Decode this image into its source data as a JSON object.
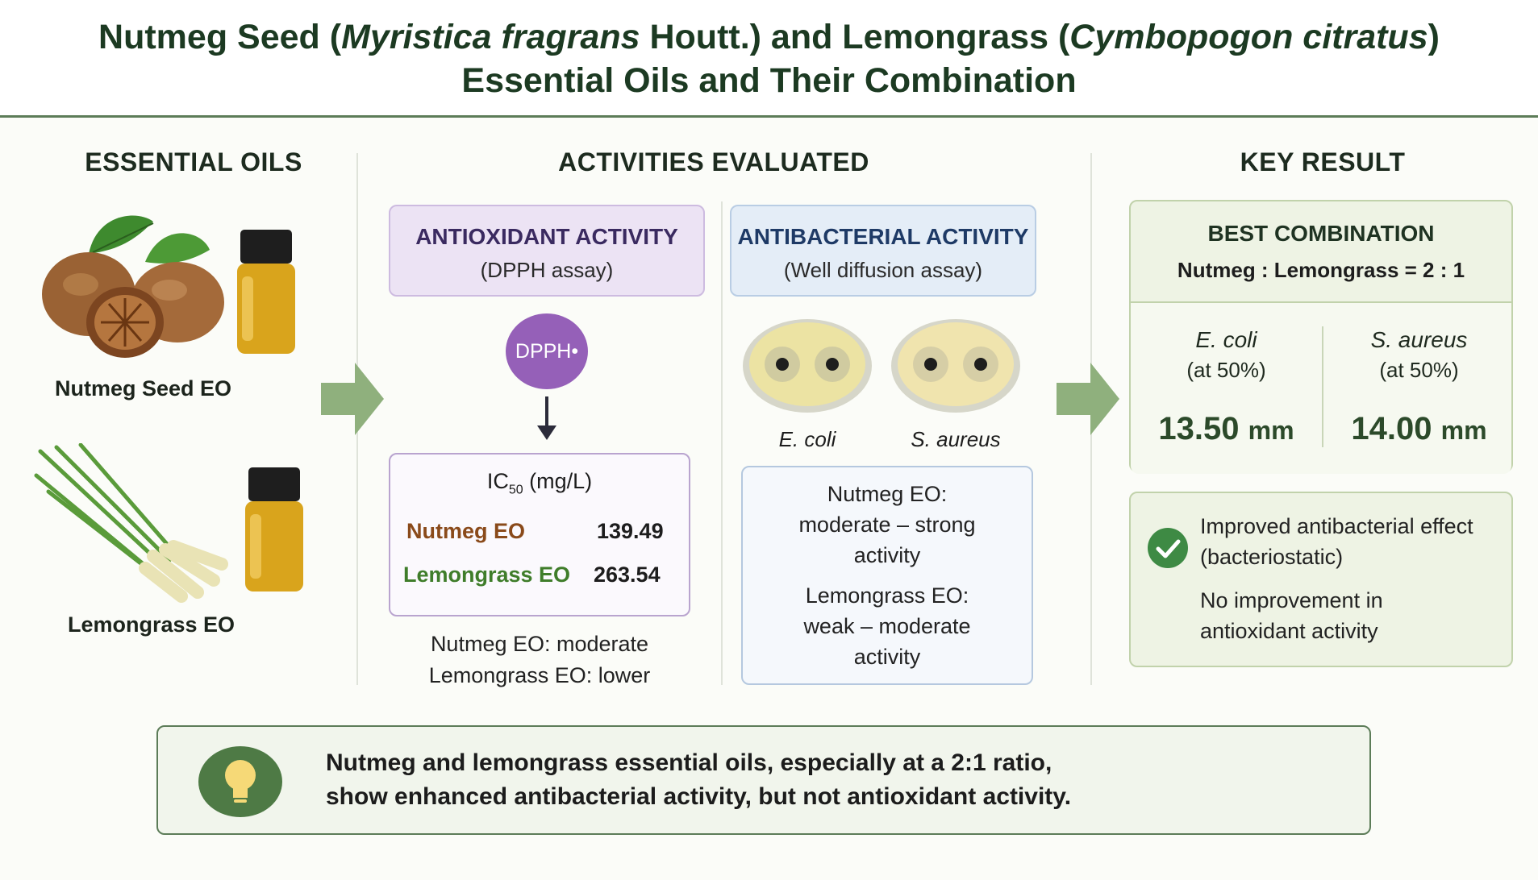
{
  "title": {
    "line1_part1": "Nutmeg Seed (",
    "line1_italic1": "Myristica fragrans",
    "line1_part2": " Houtt.) and Lemongrass (",
    "line1_italic2": "Cymbopogon citratus",
    "line1_part3": ")",
    "line2": "Essential Oils and Their Combination"
  },
  "columns": {
    "oils_heading": "ESSENTIAL OILS",
    "activities_heading": "ACTIVITIES EVALUATED",
    "result_heading": "KEY RESULT"
  },
  "oils": {
    "nutmeg_label": "Nutmeg Seed EO",
    "lemongrass_label": "Lemongrass EO"
  },
  "antioxidant": {
    "title": "ANTIOXIDANT ACTIVITY",
    "subtitle": "(DPPH assay)",
    "badge": "DPPH•",
    "ic50_label": "IC",
    "ic50_sub": "50",
    "ic50_unit": " (mg/L)",
    "rows": [
      {
        "name": "Nutmeg EO",
        "value": "139.49"
      },
      {
        "name": "Lemongrass EO",
        "value": "263.54"
      }
    ],
    "note1": "Nutmeg EO: moderate",
    "note2": "Lemongrass EO: lower"
  },
  "antibacterial": {
    "title": "ANTIBACTERIAL ACTIVITY",
    "subtitle": "(Well diffusion assay)",
    "dish1_label": "E. coli",
    "dish2_label": "S. aureus",
    "nutmeg_line1": "Nutmeg EO:",
    "nutmeg_line2": "moderate – strong",
    "nutmeg_line3": "activity",
    "lemon_line1": "Lemongrass EO:",
    "lemon_line2": "weak – moderate",
    "lemon_line3": "activity"
  },
  "result": {
    "title": "BEST COMBINATION",
    "ratio": "Nutmeg : Lemongrass = 2 : 1",
    "ecoli_name": "E. coli",
    "ecoli_cond": "(at 50%)",
    "ecoli_value": "13.50",
    "ecoli_unit": "mm",
    "saureus_name": "S. aureus",
    "saureus_cond": "(at 50%)",
    "saureus_value": "14.00",
    "saureus_unit": "mm",
    "effect1": "Improved antibacterial effect",
    "effect2": "(bacteriostatic)",
    "effect3": "No improvement in",
    "effect4": "antioxidant activity"
  },
  "conclusion": {
    "line1": "Nutmeg and lemongrass essential oils, especially at a 2:1 ratio,",
    "line2": "show enhanced antibacterial activity, but not antioxidant activity."
  },
  "colors": {
    "accent_green": "#5c7c58",
    "nutmeg_brown": "#8a4a1a",
    "lemongrass_green": "#3f7d2a",
    "purple": "#7d5aa8"
  }
}
